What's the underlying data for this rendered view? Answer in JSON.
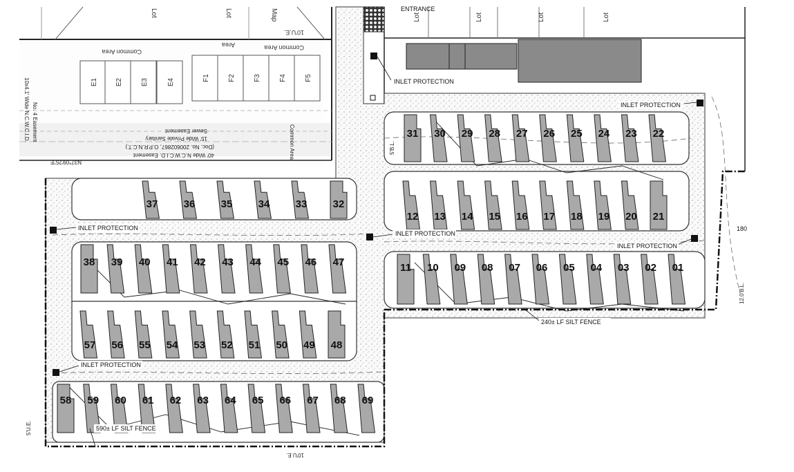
{
  "top_labels": {
    "entrance": "ENTRANCE",
    "common_area_1": "Common Area",
    "common_area_2": "Common Area",
    "common_area_3": "Common Area",
    "area": "Area",
    "sewer_easement": "Sewer Easement",
    "private_sanitary": "15' Wide Private Sanitary",
    "doc_no": "(Doc. No. 200602867, O.P.R.N.C.T.)",
    "ncwcid_easement": "40' Wide N.C.W.C.I.D. Easement",
    "ncwcid_no4": "No. 4 Easement",
    "wide_ncwcid": "10x4.1' Wide N.C.W.C.I.D.",
    "ue": "10'U.E.",
    "bearing": "N37°09'25\"E",
    "lot": "Lot",
    "map": "Map"
  },
  "upper_units": [
    "E1",
    "E2",
    "E3",
    "E4",
    "F1",
    "F2",
    "F3",
    "F4",
    "F5"
  ],
  "annotations": {
    "inlet_protection": "INLET PROTECTION",
    "silt_fence_240": "240± LF SILT FENCE",
    "silt_fence_590": "590± LF SILT FENCE",
    "sbl": "5'B.L.",
    "sbl2": "12.0'B.L.",
    "num_180": "180",
    "ue_bottom": "5'U.E.",
    "ue_bottom2": "10'U.E."
  },
  "lots": {
    "right_row1": [
      "31",
      "30",
      "29",
      "28",
      "27",
      "26",
      "25",
      "24",
      "23",
      "22"
    ],
    "right_row2": [
      "12",
      "13",
      "14",
      "15",
      "16",
      "17",
      "18",
      "19",
      "20",
      "21"
    ],
    "right_row3": [
      "11",
      "10",
      "09",
      "08",
      "07",
      "06",
      "05",
      "04",
      "03",
      "02",
      "01"
    ],
    "left_row1": [
      "37",
      "36",
      "35",
      "34",
      "33",
      "32"
    ],
    "left_row2": [
      "38",
      "39",
      "40",
      "41",
      "42",
      "43",
      "44",
      "45",
      "46",
      "47"
    ],
    "left_row3": [
      "57",
      "56",
      "55",
      "54",
      "53",
      "52",
      "51",
      "50",
      "49",
      "48"
    ],
    "left_row4": [
      "58",
      "59",
      "60",
      "61",
      "62",
      "63",
      "64",
      "65",
      "66",
      "67",
      "68",
      "69"
    ]
  }
}
